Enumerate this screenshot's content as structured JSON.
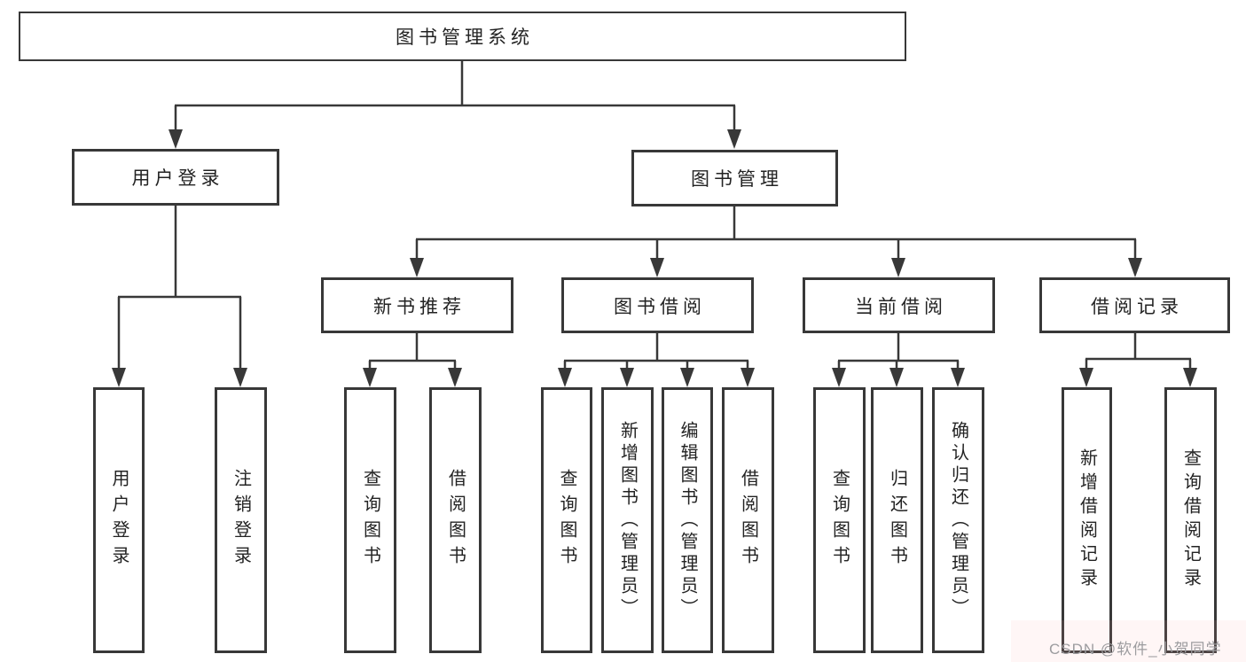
{
  "diagram": {
    "root": "图书管理系统",
    "level2": {
      "user_login": "用户登录",
      "book_management": "图书管理"
    },
    "level3": {
      "new_book_recommend": "新书推荐",
      "book_borrowing": "图书借阅",
      "current_borrowing": "当前借阅",
      "borrowing_records": "借阅记录"
    },
    "leaves": {
      "user_login": "用户登录",
      "logout": "注销登录",
      "recommend_query_book": "查询图书",
      "recommend_borrow_book": "借阅图书",
      "borrowing_query_book": "查询图书",
      "borrowing_add_book": "新增图书（管理员）",
      "borrowing_edit_book": "编辑图书（管理员）",
      "borrowing_borrow_book": "借阅图书",
      "current_query_book": "查询图书",
      "current_return_book": "归还图书",
      "current_confirm_return": "确认归还（管理员）",
      "records_add_record": "新增借阅记录",
      "records_query_record": "查询借阅记录"
    }
  },
  "watermark": "CSDN @软件_小贺同学",
  "colors": {
    "line": "#383838",
    "box_border": "#383838",
    "text": "#232323",
    "watermark": "#9c9c9f",
    "background": "#ffffff"
  }
}
